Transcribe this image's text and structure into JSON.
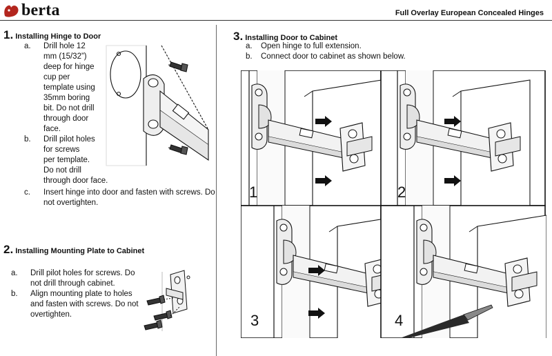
{
  "header": {
    "brand": "berta",
    "doc_title": "Full Overlay European Concealed Hinges"
  },
  "section1": {
    "number": "1.",
    "title": "Installing Hinge to Door",
    "items": [
      {
        "letter": "a.",
        "lines": [
          "Drill hole 12",
          "mm (15/32”)",
          "deep for hinge",
          "cup per",
          "template using",
          "35mm boring",
          "bit. Do not drill",
          "through door",
          "face."
        ]
      },
      {
        "letter": "b.",
        "lines": [
          "Drill pilot holes",
          "for screws",
          "per template.",
          "Do not drill",
          "through door face."
        ]
      },
      {
        "letter": "c.",
        "lines": [
          "Insert hinge into door and fasten with screws. Do",
          "not overtighten."
        ]
      }
    ]
  },
  "section2": {
    "number": "2.",
    "title": "Installing Mounting Plate to Cabinet",
    "items": [
      {
        "letter": "a.",
        "lines": [
          "Drill pilot holes for screws. Do",
          "not drill through cabinet."
        ]
      },
      {
        "letter": "b.",
        "lines": [
          "Align mounting plate to holes",
          "and fasten with screws. Do not",
          "overtighten."
        ]
      }
    ]
  },
  "section3": {
    "number": "3.",
    "title": "Installing Door to Cabinet",
    "items": [
      {
        "letter": "a.",
        "lines": [
          "Open hinge to full extension."
        ]
      },
      {
        "letter": "b.",
        "lines": [
          "Connect door to cabinet as shown below."
        ]
      }
    ],
    "steps": [
      {
        "label": "1"
      },
      {
        "label": "2"
      },
      {
        "label": "3"
      },
      {
        "label": "4"
      }
    ]
  }
}
